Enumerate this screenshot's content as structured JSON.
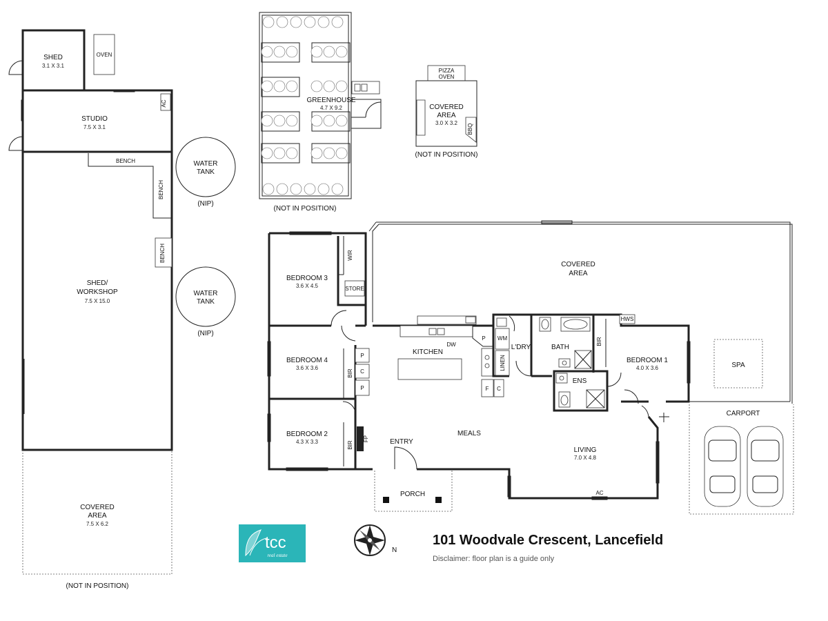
{
  "outbuildings": {
    "shed": "SHED",
    "shed_dim": "3.1 X 3.1",
    "oven": "OVEN",
    "studio": "STUDIO",
    "studio_dim": "7.5 X 3.1",
    "ac": "AC",
    "bench": "BENCH",
    "workshop_line1": "SHED/",
    "workshop_line2": "WORKSHOP",
    "workshop_dim": "7.5 X 15.0",
    "covered_line1": "COVERED",
    "covered_line2": "AREA",
    "covered_dim": "7.5 X 6.2",
    "not_in_position": "(NOT IN POSITION)"
  },
  "tanks": {
    "line1": "WATER",
    "line2": "TANK",
    "nip": "(NIP)"
  },
  "greenhouse": {
    "label": "GREENHOUSE",
    "dim": "4.7 X 9.2",
    "not_in_position": "(NOT IN POSITION)"
  },
  "pizza_area": {
    "pizza_line1": "PIZZA",
    "pizza_line2": "OVEN",
    "covered_line1": "COVERED",
    "covered_line2": "AREA",
    "dim": "3.0 X 3.2",
    "bbq": "BBQ",
    "not_in_position": "(NOT IN POSITION)"
  },
  "house": {
    "covered_line1": "COVERED",
    "covered_line2": "AREA",
    "bedroom3": "BEDROOM 3",
    "bedroom3_dim": "3.6 X 4.5",
    "wir": "WIR",
    "store": "STORE",
    "bedroom4": "BEDROOM 4",
    "bedroom4_dim": "3.6 X 3.6",
    "bir": "BIR",
    "p": "P",
    "c": "C",
    "bedroom2": "BEDROOM 2",
    "bedroom2_dim": "4.3 X 3.3",
    "fp": "FP",
    "kitchen": "KITCHEN",
    "dw": "DW",
    "wm": "WM",
    "linen": "LINEN",
    "f": "F",
    "laundry": "L'DRY",
    "bath": "BATH",
    "ens": "ENS",
    "hws": "HWS",
    "bedroom1": "BEDROOM 1",
    "bedroom1_dim": "4.0 X 3.6",
    "spa": "SPA",
    "carport": "CARPORT",
    "meals": "MEALS",
    "entry": "ENTRY",
    "living": "LIVING",
    "living_dim": "7.0 X 4.8",
    "ac": "AC",
    "porch": "PORCH"
  },
  "branding": {
    "logo_text": "tcc",
    "logo_sub": "real estate",
    "compass_label": "N",
    "address": "101 Woodvale Crescent, Lancefield",
    "disclaimer": "Disclaimer: floor plan is a guide only"
  },
  "colors": {
    "logo_bg": "#2bb5b8",
    "wall": "#222222"
  }
}
